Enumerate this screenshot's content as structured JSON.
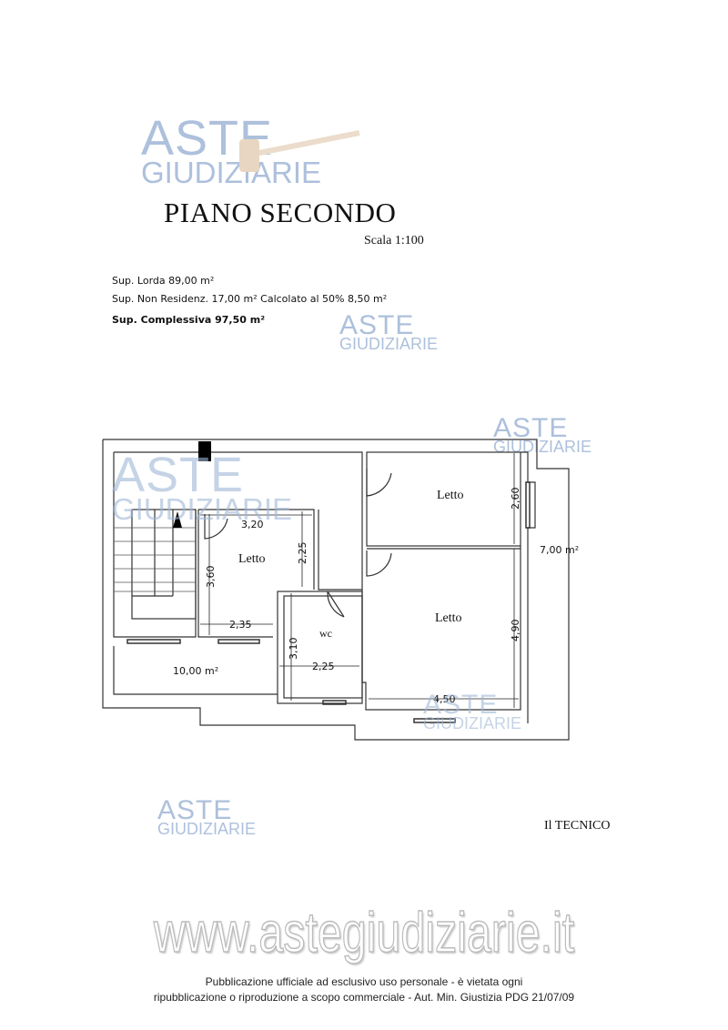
{
  "title": "PIANO SECONDO",
  "scale": "Scala 1:100",
  "surfaces": {
    "lorda": "Sup. Lorda 89,00 m²",
    "non_residenziale": "Sup. Non  Residenz. 17,00 m² Calcolato al 50% 8,50 m²",
    "complessiva": "Sup. Complessiva 97,50 m²"
  },
  "watermark": {
    "line1": "ASTE",
    "line2": "GIUDIZIARIE"
  },
  "plan": {
    "rooms": [
      "Letto",
      "Letto",
      "Letto",
      "wc"
    ],
    "areas": [
      "10,00 m²",
      "7,00 m²"
    ],
    "dimensions": [
      "3,20",
      "2,25",
      "3,60",
      "2,35",
      "3,10",
      "2,25",
      "2,60",
      "4,90",
      "4,50"
    ]
  },
  "signature": "Il TECNICO",
  "website": "www.astegiudiziarie.it",
  "footer": {
    "line1": "Pubblicazione ufficiale ad esclusivo uso personale - è vietata ogni",
    "line2": "ripubblicazione o riproduzione a scopo commerciale - Aut. Min. Giustizia PDG 21/07/09"
  }
}
